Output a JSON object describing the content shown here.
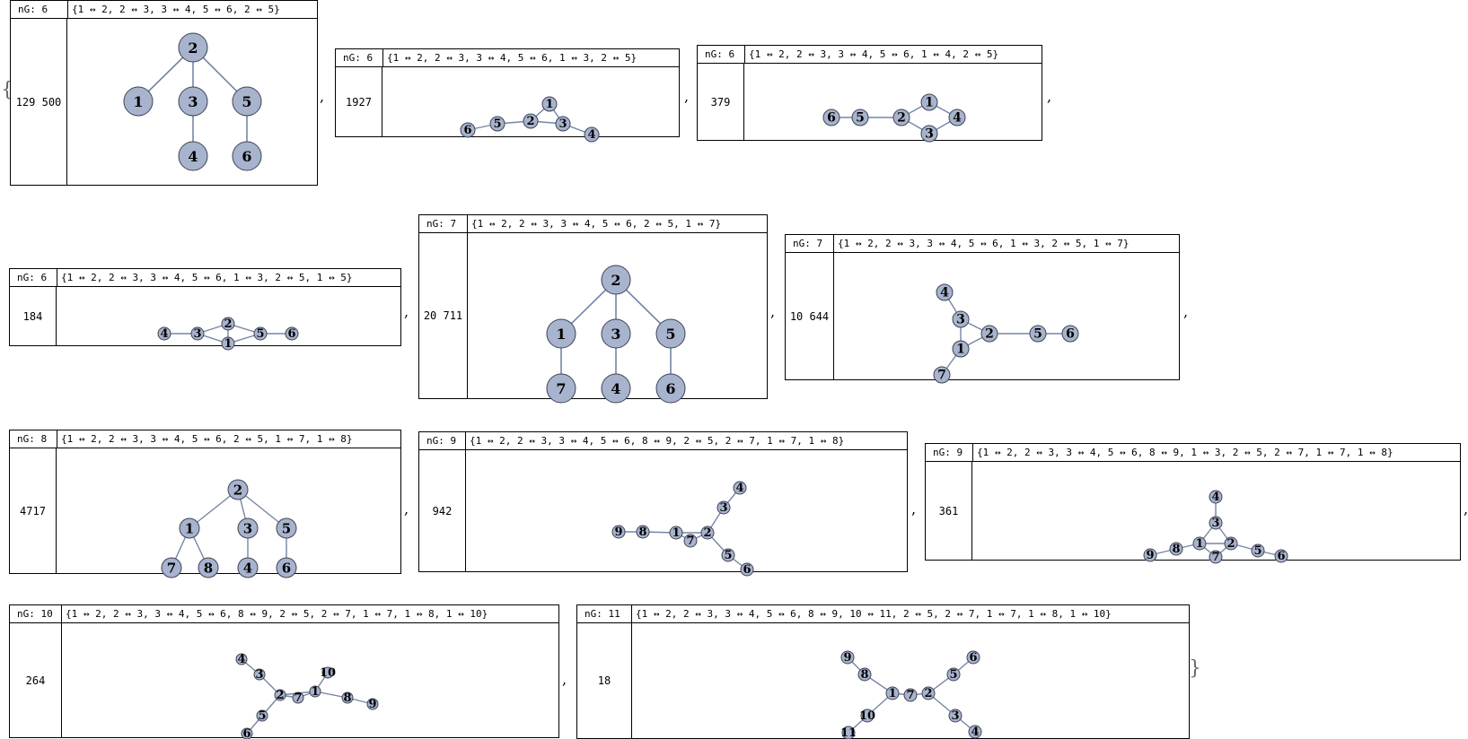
{
  "brackets": {
    "open": "{",
    "close": "}",
    "separator": ","
  },
  "cards": [
    {
      "ng": "nG: 6",
      "edges": "{1 ↔ 2, 2 ↔ 3, 3 ↔ 4, 5 ↔ 6, 2 ↔ 5}",
      "count": "129 500",
      "nodes": [
        "2",
        "1",
        "3",
        "5",
        "4",
        "6"
      ],
      "edge_list": [
        [
          "2",
          "1"
        ],
        [
          "2",
          "3"
        ],
        [
          "2",
          "5"
        ],
        [
          "3",
          "4"
        ],
        [
          "5",
          "6"
        ]
      ]
    },
    {
      "ng": "nG: 6",
      "edges": "{1 ↔ 2, 2 ↔ 3, 3 ↔ 4, 5 ↔ 6, 1 ↔ 3, 2 ↔ 5}",
      "count": "1927",
      "nodes": [
        "6",
        "5",
        "2",
        "1",
        "3",
        "4"
      ],
      "edge_list": [
        [
          "6",
          "5"
        ],
        [
          "5",
          "2"
        ],
        [
          "2",
          "1"
        ],
        [
          "2",
          "3"
        ],
        [
          "1",
          "3"
        ],
        [
          "3",
          "4"
        ]
      ]
    },
    {
      "ng": "nG: 6",
      "edges": "{1 ↔ 2, 2 ↔ 3, 3 ↔ 4, 5 ↔ 6, 1 ↔ 4, 2 ↔ 5}",
      "count": "379",
      "nodes": [
        "6",
        "5",
        "2",
        "1",
        "3",
        "4"
      ],
      "edge_list": [
        [
          "6",
          "5"
        ],
        [
          "5",
          "2"
        ],
        [
          "2",
          "1"
        ],
        [
          "2",
          "3"
        ],
        [
          "1",
          "4"
        ],
        [
          "3",
          "4"
        ]
      ]
    },
    {
      "ng": "nG: 6",
      "edges": "{1 ↔ 2, 2 ↔ 3, 3 ↔ 4, 5 ↔ 6, 1 ↔ 3, 2 ↔ 5, 1 ↔ 5}",
      "count": "184",
      "nodes": [
        "4",
        "3",
        "2",
        "1",
        "5",
        "6"
      ],
      "edge_list": [
        [
          "4",
          "3"
        ],
        [
          "3",
          "2"
        ],
        [
          "3",
          "1"
        ],
        [
          "1",
          "2"
        ],
        [
          "2",
          "5"
        ],
        [
          "1",
          "5"
        ],
        [
          "5",
          "6"
        ]
      ]
    },
    {
      "ng": "nG: 7",
      "edges": "{1 ↔ 2, 2 ↔ 3, 3 ↔ 4, 5 ↔ 6, 2 ↔ 5, 1 ↔ 7}",
      "count": "20 711",
      "nodes": [
        "2",
        "1",
        "3",
        "5",
        "7",
        "4",
        "6"
      ],
      "edge_list": [
        [
          "2",
          "1"
        ],
        [
          "2",
          "3"
        ],
        [
          "2",
          "5"
        ],
        [
          "1",
          "7"
        ],
        [
          "3",
          "4"
        ],
        [
          "5",
          "6"
        ]
      ]
    },
    {
      "ng": "nG: 7",
      "edges": "{1 ↔ 2, 2 ↔ 3, 3 ↔ 4, 5 ↔ 6, 1 ↔ 3, 2 ↔ 5, 1 ↔ 7}",
      "count": "10 644",
      "nodes": [
        "4",
        "3",
        "2",
        "1",
        "7",
        "5",
        "6"
      ],
      "edge_list": [
        [
          "4",
          "3"
        ],
        [
          "3",
          "2"
        ],
        [
          "3",
          "1"
        ],
        [
          "1",
          "2"
        ],
        [
          "1",
          "7"
        ],
        [
          "2",
          "5"
        ],
        [
          "5",
          "6"
        ]
      ]
    },
    {
      "ng": "nG: 8",
      "edges": "{1 ↔ 2, 2 ↔ 3, 3 ↔ 4, 5 ↔ 6, 2 ↔ 5, 1 ↔ 7, 1 ↔ 8}",
      "count": "4717",
      "nodes": [
        "2",
        "1",
        "3",
        "5",
        "7",
        "8",
        "4",
        "6"
      ],
      "edge_list": [
        [
          "2",
          "1"
        ],
        [
          "2",
          "3"
        ],
        [
          "2",
          "5"
        ],
        [
          "1",
          "7"
        ],
        [
          "1",
          "8"
        ],
        [
          "3",
          "4"
        ],
        [
          "5",
          "6"
        ]
      ]
    },
    {
      "ng": "nG: 9",
      "edges": "{1 ↔ 2, 2 ↔ 3, 3 ↔ 4, 5 ↔ 6, 8 ↔ 9, 2 ↔ 5, 2 ↔ 7, 1 ↔ 7, 1 ↔ 8}",
      "count": "942",
      "nodes": [
        "9",
        "8",
        "1",
        "7",
        "2",
        "3",
        "4",
        "5",
        "6"
      ],
      "edge_list": [
        [
          "9",
          "8"
        ],
        [
          "8",
          "1"
        ],
        [
          "1",
          "7"
        ],
        [
          "1",
          "2"
        ],
        [
          "7",
          "2"
        ],
        [
          "2",
          "3"
        ],
        [
          "3",
          "4"
        ],
        [
          "2",
          "5"
        ],
        [
          "5",
          "6"
        ]
      ]
    },
    {
      "ng": "nG: 9",
      "edges": "{1 ↔ 2, 2 ↔ 3, 3 ↔ 4, 5 ↔ 6, 8 ↔ 9, 1 ↔ 3, 2 ↔ 5, 2 ↔ 7, 1 ↔ 7, 1 ↔ 8}",
      "count": "361",
      "nodes": [
        "4",
        "3",
        "1",
        "2",
        "7",
        "9",
        "8",
        "5",
        "6"
      ],
      "edge_list": [
        [
          "4",
          "3"
        ],
        [
          "3",
          "1"
        ],
        [
          "3",
          "2"
        ],
        [
          "1",
          "2"
        ],
        [
          "1",
          "7"
        ],
        [
          "2",
          "7"
        ],
        [
          "9",
          "8"
        ],
        [
          "8",
          "1"
        ],
        [
          "2",
          "5"
        ],
        [
          "5",
          "6"
        ]
      ]
    },
    {
      "ng": "nG: 10",
      "edges": "{1 ↔ 2, 2 ↔ 3, 3 ↔ 4, 5 ↔ 6, 8 ↔ 9, 2 ↔ 5, 2 ↔ 7, 1 ↔ 7, 1 ↔ 8, 1 ↔ 10}",
      "count": "264",
      "nodes": [
        "4",
        "3",
        "2",
        "7",
        "1",
        "10",
        "8",
        "9",
        "5",
        "6"
      ],
      "edge_list": [
        [
          "4",
          "3"
        ],
        [
          "3",
          "2"
        ],
        [
          "2",
          "7"
        ],
        [
          "7",
          "1"
        ],
        [
          "2",
          "1"
        ],
        [
          "1",
          "10"
        ],
        [
          "1",
          "8"
        ],
        [
          "8",
          "9"
        ],
        [
          "2",
          "5"
        ],
        [
          "5",
          "6"
        ]
      ]
    },
    {
      "ng": "nG: 11",
      "edges": "{1 ↔ 2, 2 ↔ 3, 3 ↔ 4, 5 ↔ 6, 8 ↔ 9, 10 ↔ 11, 2 ↔ 5, 2 ↔ 7, 1 ↔ 7, 1 ↔ 8, 1 ↔ 10}",
      "count": "18",
      "nodes": [
        "9",
        "8",
        "1",
        "7",
        "2",
        "10",
        "11",
        "5",
        "6",
        "3",
        "4"
      ],
      "edge_list": [
        [
          "9",
          "8"
        ],
        [
          "8",
          "1"
        ],
        [
          "1",
          "7"
        ],
        [
          "7",
          "2"
        ],
        [
          "1",
          "10"
        ],
        [
          "10",
          "11"
        ],
        [
          "2",
          "5"
        ],
        [
          "5",
          "6"
        ],
        [
          "2",
          "3"
        ],
        [
          "3",
          "4"
        ]
      ]
    }
  ]
}
